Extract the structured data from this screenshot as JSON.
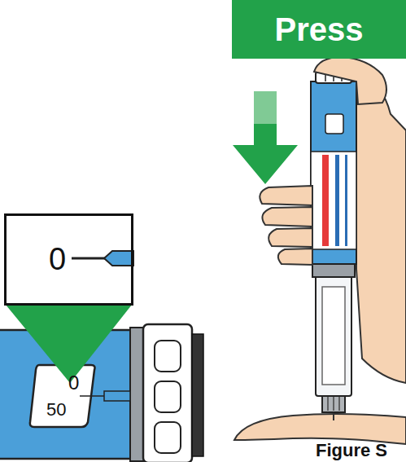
{
  "diagram": {
    "caption": "Figure S",
    "nodes": [
      {
        "text": [
          "Press"
        ]
      },
      {
        "text": [
          "0"
        ]
      }
    ],
    "labels": [
      "0",
      "50"
    ]
  }
}
